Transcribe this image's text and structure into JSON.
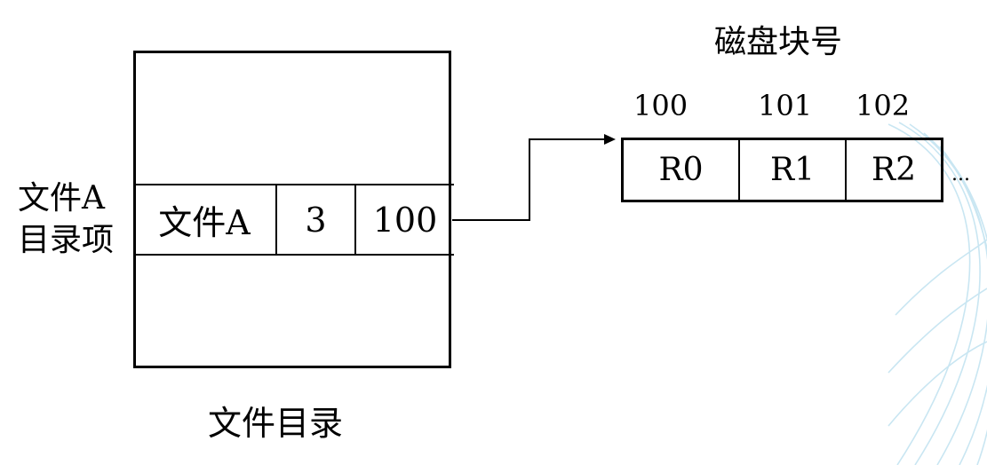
{
  "directory": {
    "entry_side_label_line1": "文件A",
    "entry_side_label_line2": "目录项",
    "caption": "文件目录",
    "entry": {
      "name": "文件A",
      "length": "3",
      "start_block": "100"
    }
  },
  "disk": {
    "title": "磁盘块号",
    "block_numbers": [
      "100",
      "101",
      "102"
    ],
    "blocks": [
      "R0",
      "R1",
      "R2"
    ],
    "ellipsis": "..."
  }
}
